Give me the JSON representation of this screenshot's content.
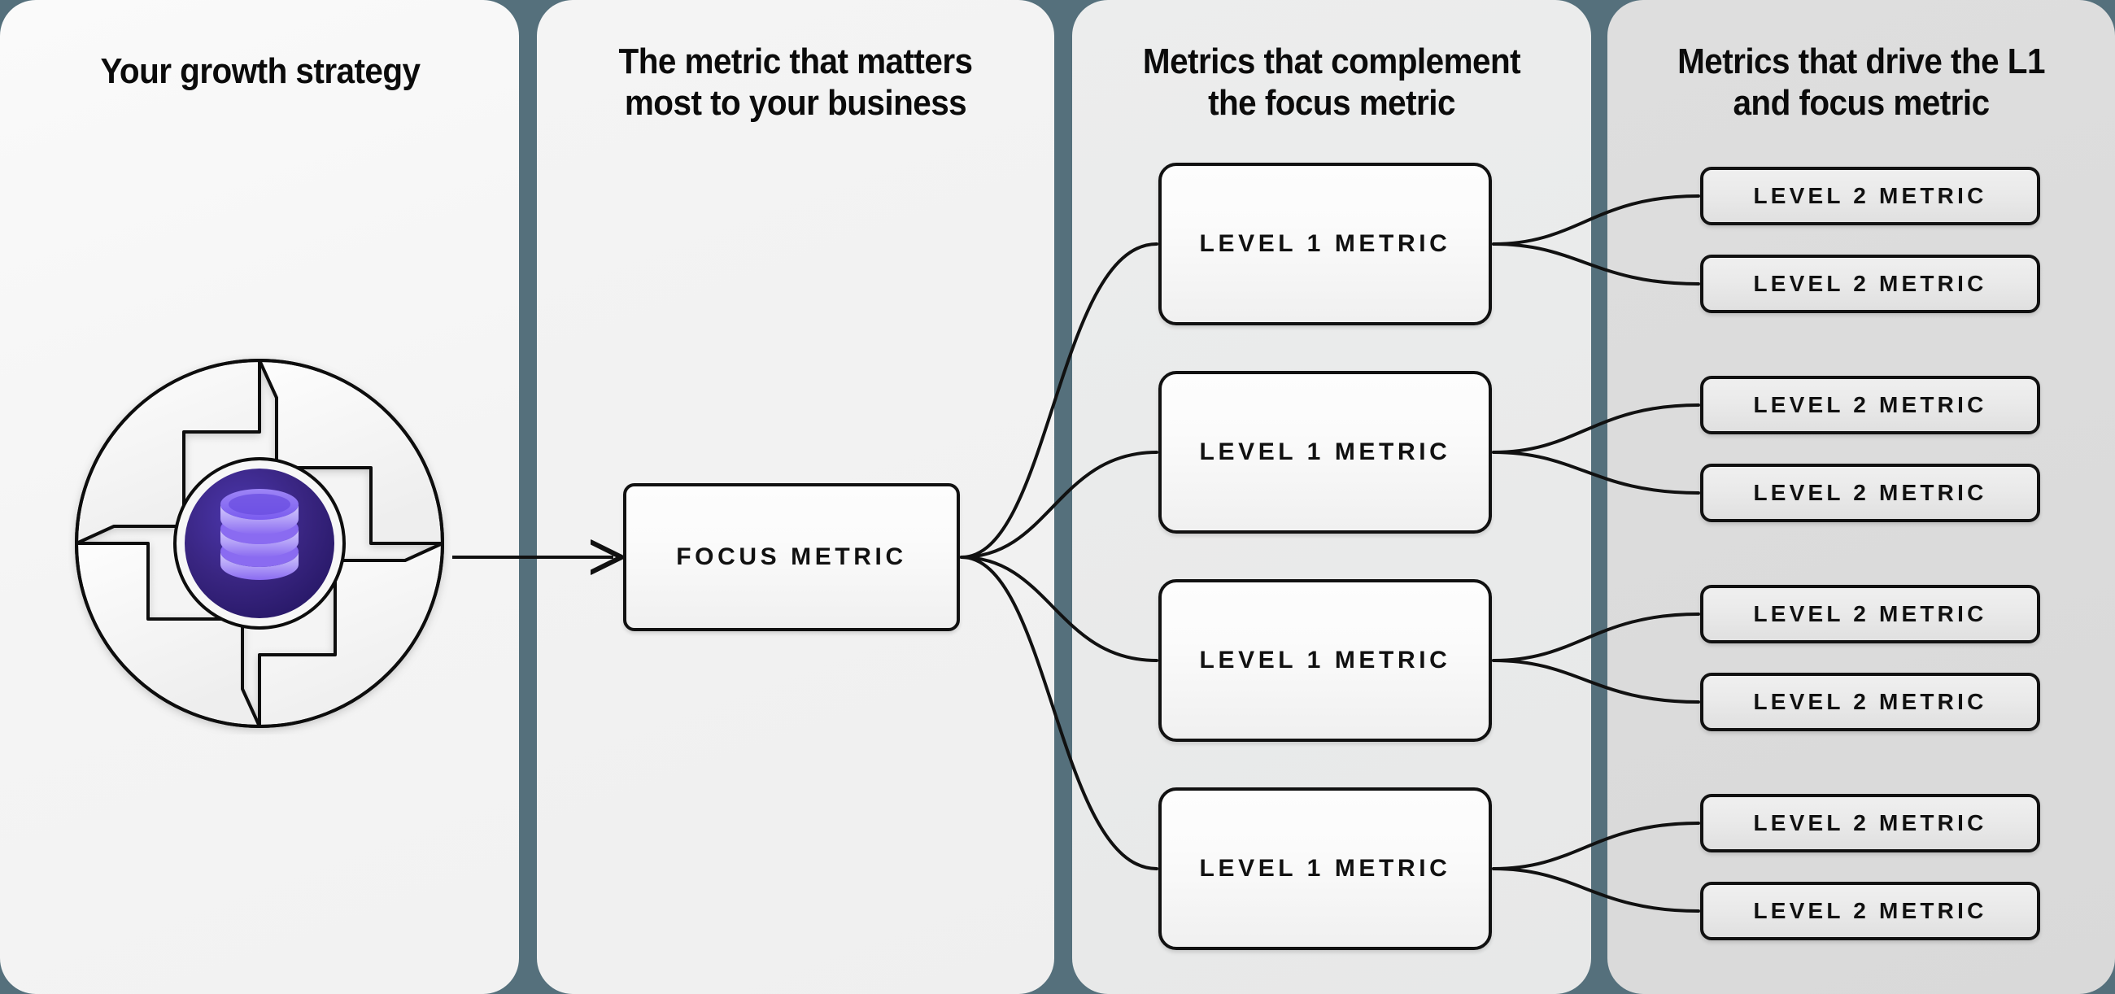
{
  "theme": {
    "divider_color": "#55707c",
    "panel_strategy_bg": "#f5f5f5",
    "panel_focus_bg": "#f1f1f1",
    "panel_l1_bg": "#e9eaea",
    "panel_l2_bg": "#dcdcdc",
    "node_border": "#111111",
    "text_color": "#0b0b0b",
    "emblem_core_dark": "#2a1a6e",
    "emblem_core_light": "#4733a5",
    "emblem_db_light": "#c8bcfb",
    "emblem_db_mid": "#8f73f2",
    "emblem_db_deep": "#6a4ee0",
    "emblem_petal_fill": "#fcfcfc",
    "emblem_disc_fill": "#f4f4f4"
  },
  "columns": [
    {
      "id": "strategy",
      "heading": "Your growth strategy",
      "emblem": {
        "icon": "database-icon",
        "petal_count": 4
      }
    },
    {
      "id": "focus",
      "heading": "The metric that matters\nmost to your business",
      "heading_line1": "The metric that matters",
      "heading_line2": "most to your business"
    },
    {
      "id": "level1",
      "heading": "Metrics that complement\nthe focus metric",
      "heading_line1": "Metrics that complement",
      "heading_line2": "the focus metric"
    },
    {
      "id": "level2",
      "heading": "Metrics that drive the L1\nand focus metric",
      "heading_line1": "Metrics that drive the L1",
      "heading_line2": "and focus metric"
    }
  ],
  "nodes": {
    "focus": {
      "label": "FOCUS METRIC"
    },
    "level1": [
      {
        "label": "LEVEL 1 METRIC"
      },
      {
        "label": "LEVEL 1 METRIC"
      },
      {
        "label": "LEVEL 1 METRIC"
      },
      {
        "label": "LEVEL 1 METRIC"
      }
    ],
    "level2": [
      {
        "label": "LEVEL 2 METRIC"
      },
      {
        "label": "LEVEL 2 METRIC"
      },
      {
        "label": "LEVEL 2 METRIC"
      },
      {
        "label": "LEVEL 2 METRIC"
      },
      {
        "label": "LEVEL 2 METRIC"
      },
      {
        "label": "LEVEL 2 METRIC"
      },
      {
        "label": "LEVEL 2 METRIC"
      },
      {
        "label": "LEVEL 2 METRIC"
      }
    ]
  },
  "connectors": {
    "strategy_to_focus": {
      "style": "straight-arrow"
    },
    "focus_to_level1": {
      "style": "bezier-fan",
      "count": 4
    },
    "level1_to_level2": {
      "style": "bezier-fan",
      "count": 2
    }
  }
}
